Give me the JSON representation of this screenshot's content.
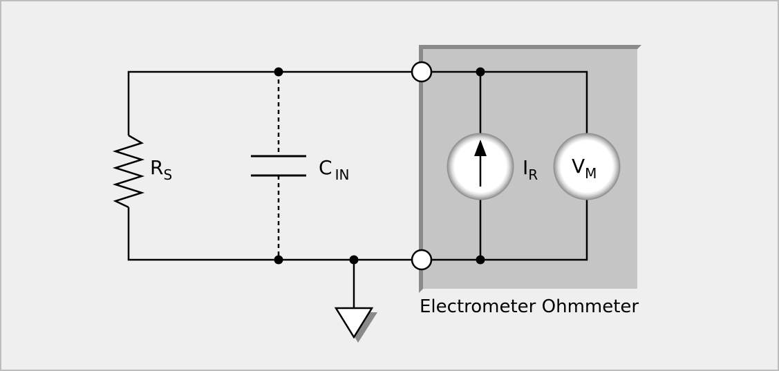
{
  "colors": {
    "background": "#efefef",
    "border": "#bdbdbd",
    "panel": "#c5c5c5",
    "panel_shadow": "#8a8a8a",
    "wire": "#000000",
    "meter_face": "#ffffff",
    "meter_ring": "#9a9a9a"
  },
  "labels": {
    "rs_main": "R",
    "rs_sub": "S",
    "cin_main": "C",
    "cin_sub": "IN",
    "ir_main": "I",
    "ir_sub": "R",
    "vm_main": "V",
    "vm_sub": "M",
    "instrument": "Electrometer Ohmmeter"
  },
  "icons": {
    "resistor": "resistor-zigzag-icon",
    "capacitor": "capacitor-icon",
    "current_source": "current-source-arrow-icon",
    "voltmeter": "voltmeter-icon",
    "ground": "ground-triangle-icon",
    "terminal": "open-terminal-icon",
    "junction": "junction-dot-icon"
  }
}
